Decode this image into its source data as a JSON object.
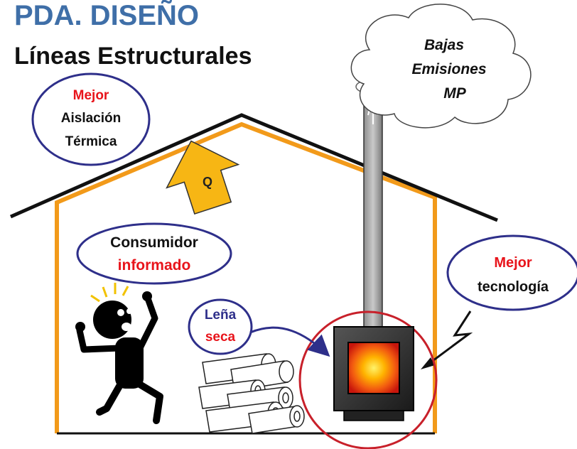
{
  "title": "PDA. DISEÑO",
  "subtitle": "Líneas Estructurales",
  "labels": {
    "insulation": {
      "line1": "Mejor",
      "line2": "Aislación",
      "line3": "Térmica"
    },
    "heat_arrow": "Q",
    "consumer": {
      "line1": "Consumidor",
      "line2": "informado"
    },
    "firewood": {
      "line1": "Leña",
      "line2": "seca"
    },
    "technology": {
      "line1": "Mejor",
      "line2": "tecnología"
    },
    "emissions": {
      "line1": "Bajas",
      "line2": "Emisiones",
      "line3": "MP"
    }
  },
  "colors": {
    "title": "#3f6fa8",
    "highlight": "#e8141b",
    "bubble_border": "#2e2f8a",
    "wall": "#f29a1a",
    "roof": "#111111",
    "heat_arrow": "#f7b614",
    "stove_ring": "#c8202a"
  },
  "icons": [
    "person-icon",
    "firewood-icon",
    "stove-icon",
    "chimney-icon",
    "cloud-icon",
    "lightning-icon"
  ]
}
